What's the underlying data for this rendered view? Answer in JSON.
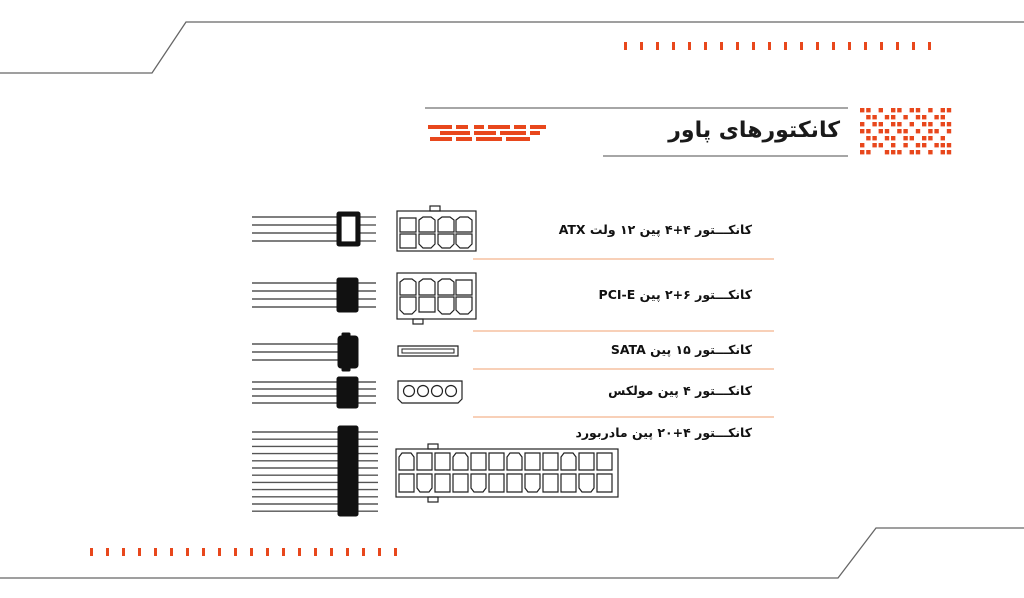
{
  "title": "کانکتورهای پاور",
  "connectors": [
    {
      "label": "کانکـــتور ۴+۴ پین ۱۲ ولت ATX"
    },
    {
      "label": "کانکـــتور ۶+۲ پین PCI-E"
    },
    {
      "label": "کانکـــتور ۱۵ پین SATA"
    },
    {
      "label": "کانکـــتور ۴ پین مولکس"
    },
    {
      "label": "کانکـــتور ۴+۲۰ پین مادربورد"
    }
  ],
  "colors": {
    "accent": "#e8471c",
    "line": "#666666",
    "divider": "#f0a070",
    "text": "#111111"
  }
}
